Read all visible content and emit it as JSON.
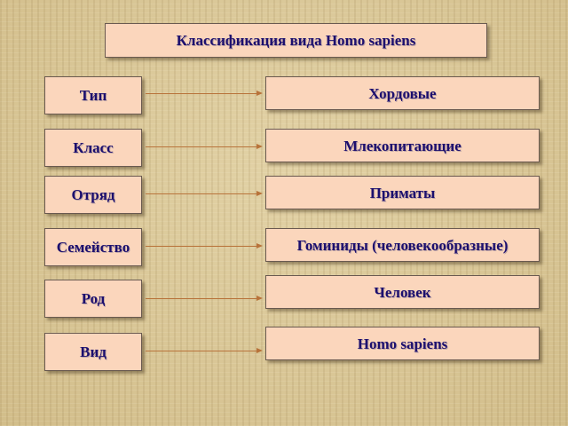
{
  "title": "Классификация вида Homo sapiens",
  "rows": [
    {
      "rank": "Тип",
      "taxon": "Хордовые"
    },
    {
      "rank": "Класс",
      "taxon": "Млекопитающие"
    },
    {
      "rank": "Отряд",
      "taxon": "Приматы"
    },
    {
      "rank": "Семейство",
      "taxon": "Гоминиды (человекообразные)"
    },
    {
      "rank": "Род",
      "taxon": "Человек"
    },
    {
      "rank": "Вид",
      "taxon": "Homo sapiens"
    }
  ],
  "colors": {
    "box_fill": "#fbd6bc",
    "text": "#1c0f6e",
    "arrow": "#b8733a",
    "background": "#d8c596"
  }
}
